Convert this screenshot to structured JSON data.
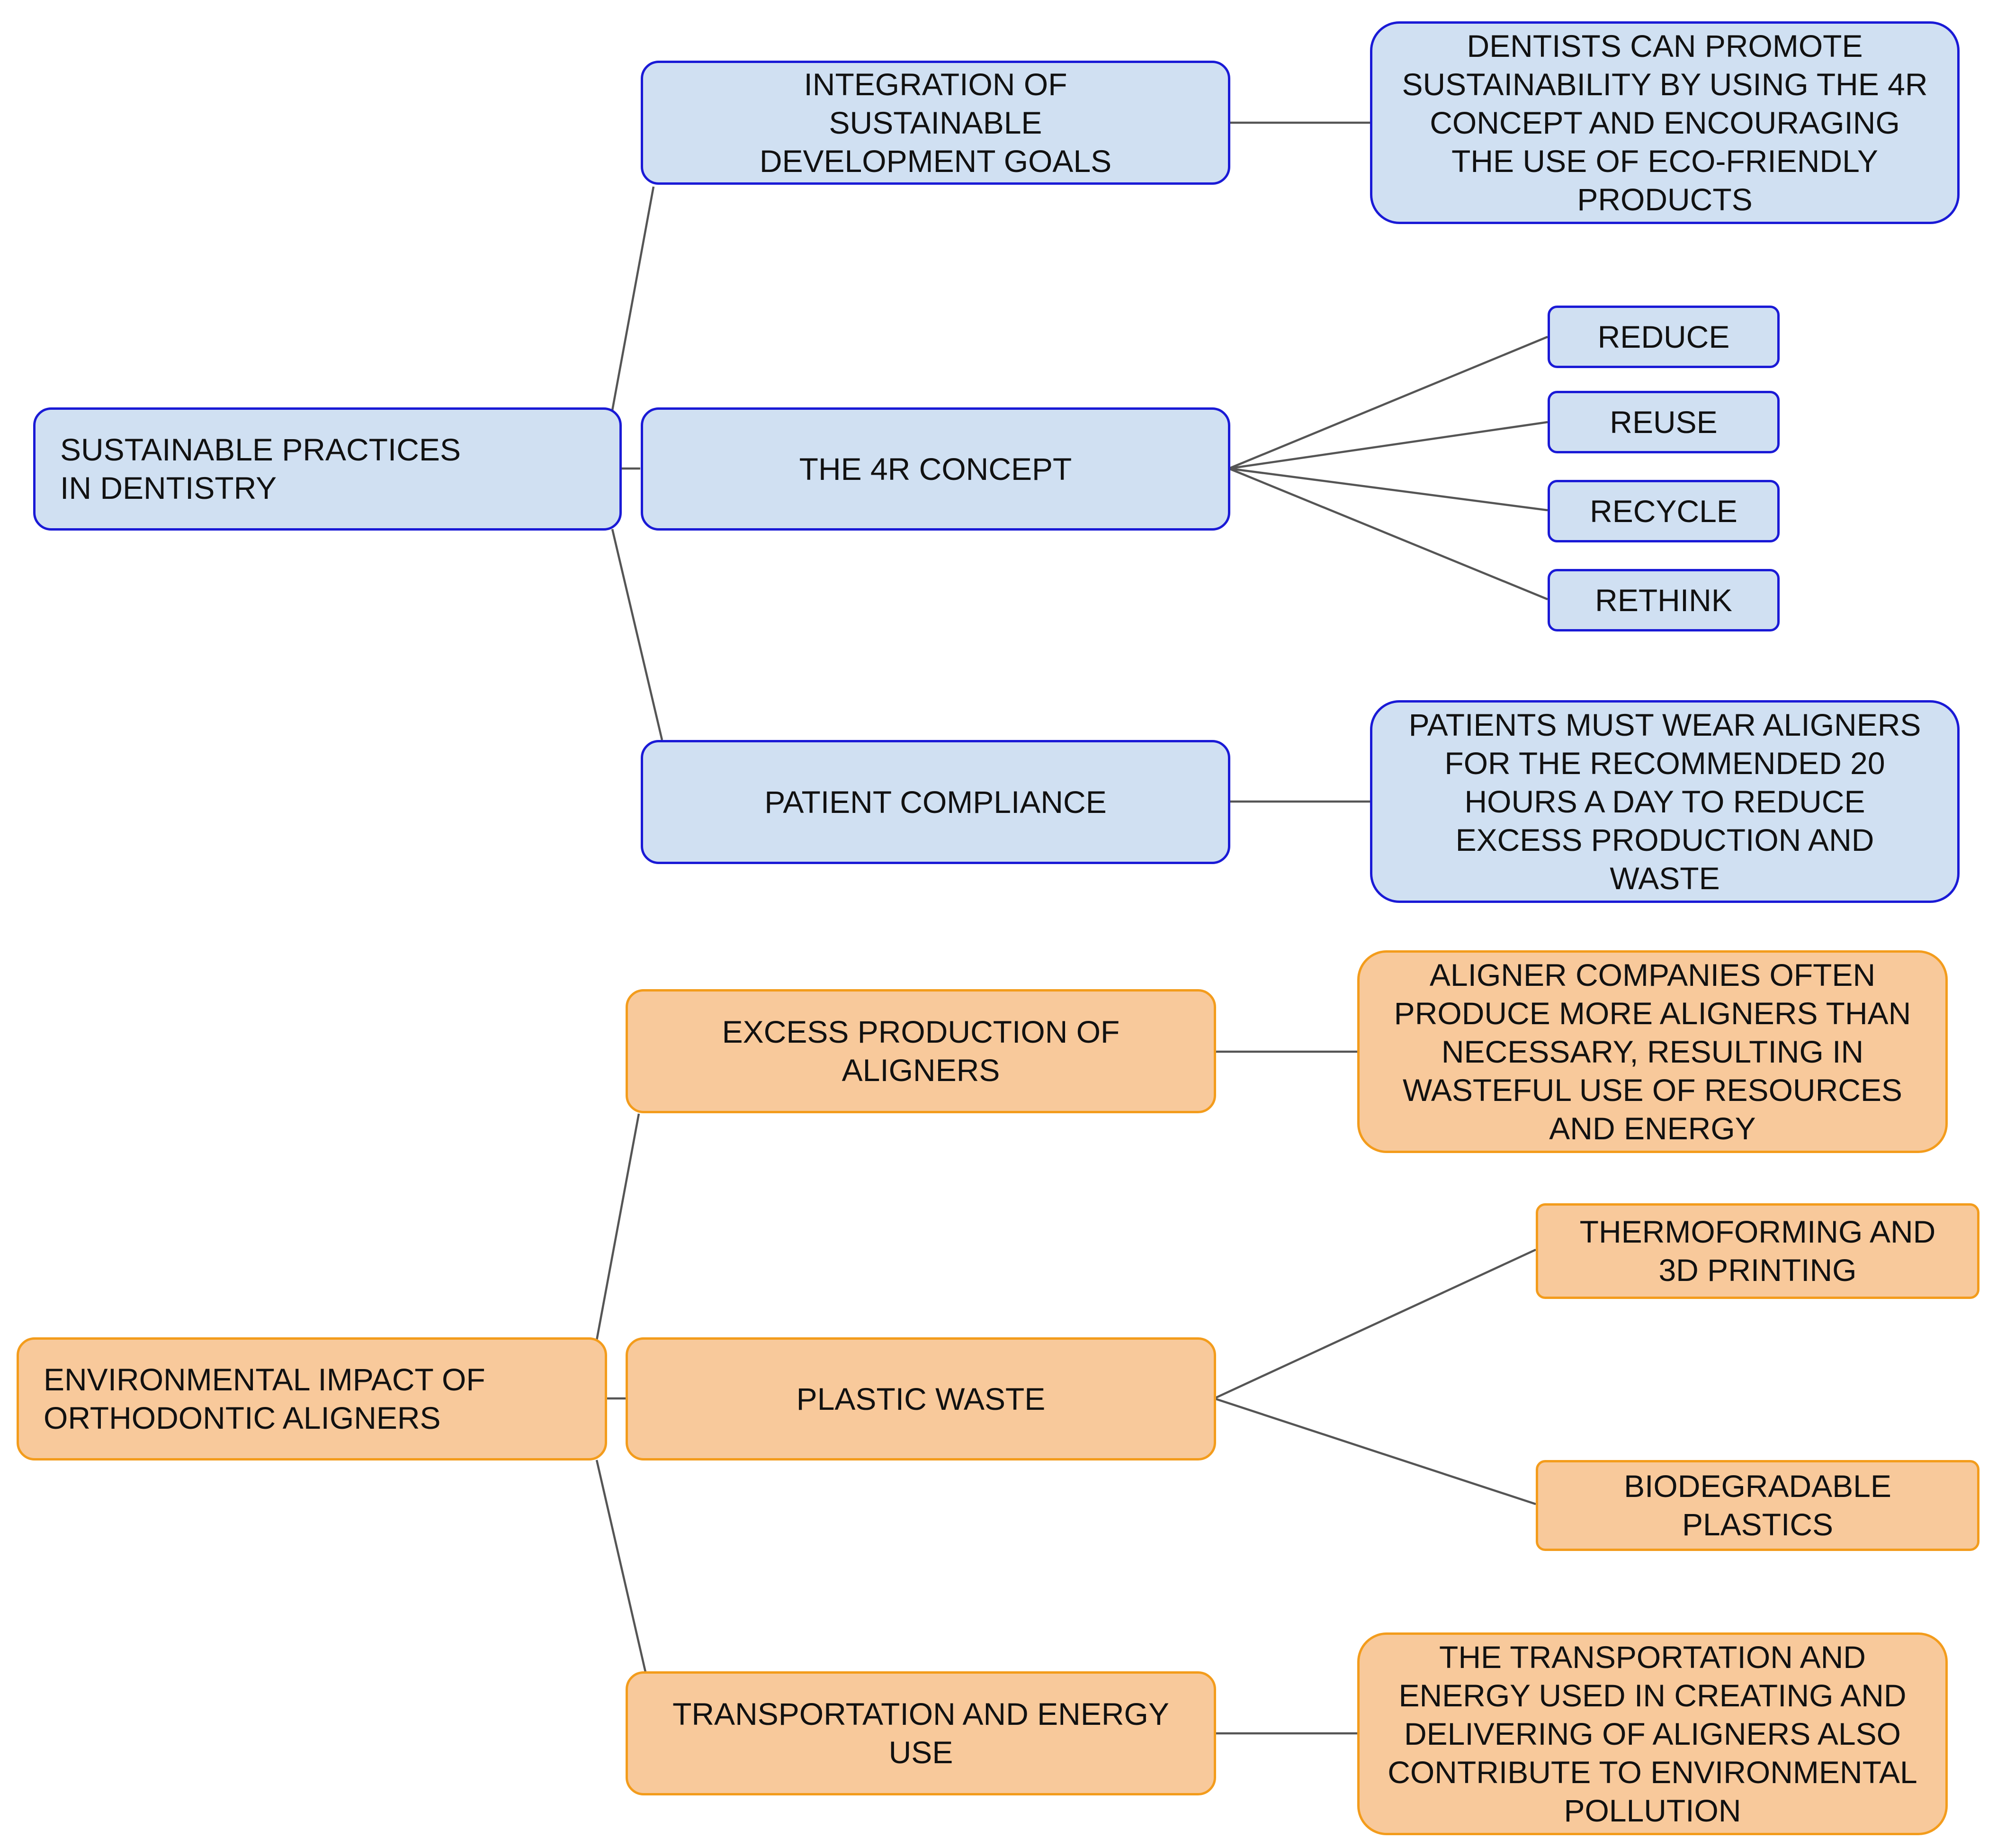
{
  "sustainable": {
    "root": "SUSTAINABLE PRACTICES IN DENTISTRY",
    "sdg": "INTEGRATION OF SUSTAINABLE DEVELOPMENT GOALS",
    "sdg_detail": "DENTISTS CAN PROMOTE SUSTAINABILITY BY USING THE 4R CONCEPT AND ENCOURAGING THE USE OF ECO-FRIENDLY PRODUCTS",
    "four_r": "THE 4R CONCEPT",
    "reduce": "REDUCE",
    "reuse": "REUSE",
    "recycle": "RECYCLE",
    "rethink": "RETHINK",
    "compliance": "PATIENT COMPLIANCE",
    "compliance_detail": "PATIENTS MUST WEAR ALIGNERS FOR THE RECOMMENDED 20 HOURS A DAY TO REDUCE EXCESS PRODUCTION AND WASTE"
  },
  "environmental": {
    "root": "ENVIRONMENTAL IMPACT OF ORTHODONTIC ALIGNERS",
    "excess": "EXCESS PRODUCTION OF ALIGNERS",
    "excess_detail": "ALIGNER COMPANIES OFTEN PRODUCE MORE ALIGNERS THAN NECESSARY, RESULTING IN WASTEFUL USE OF RESOURCES AND ENERGY",
    "plastic": "PLASTIC WASTE",
    "thermoforming": "THERMOFORMING AND 3D PRINTING",
    "biodegradable": "BIODEGRADABLE PLASTICS",
    "transport": "TRANSPORTATION AND ENERGY USE",
    "transport_detail": "THE TRANSPORTATION AND ENERGY USED IN CREATING AND DELIVERING OF ALIGNERS ALSO CONTRIBUTE TO ENVIRONMENTAL POLLUTION"
  },
  "colors": {
    "blue_fill": "#d0e0f2",
    "blue_border": "#1a1ad6",
    "orange_fill": "#f8c99b",
    "orange_border": "#f39c1c",
    "connector": "#555555"
  }
}
